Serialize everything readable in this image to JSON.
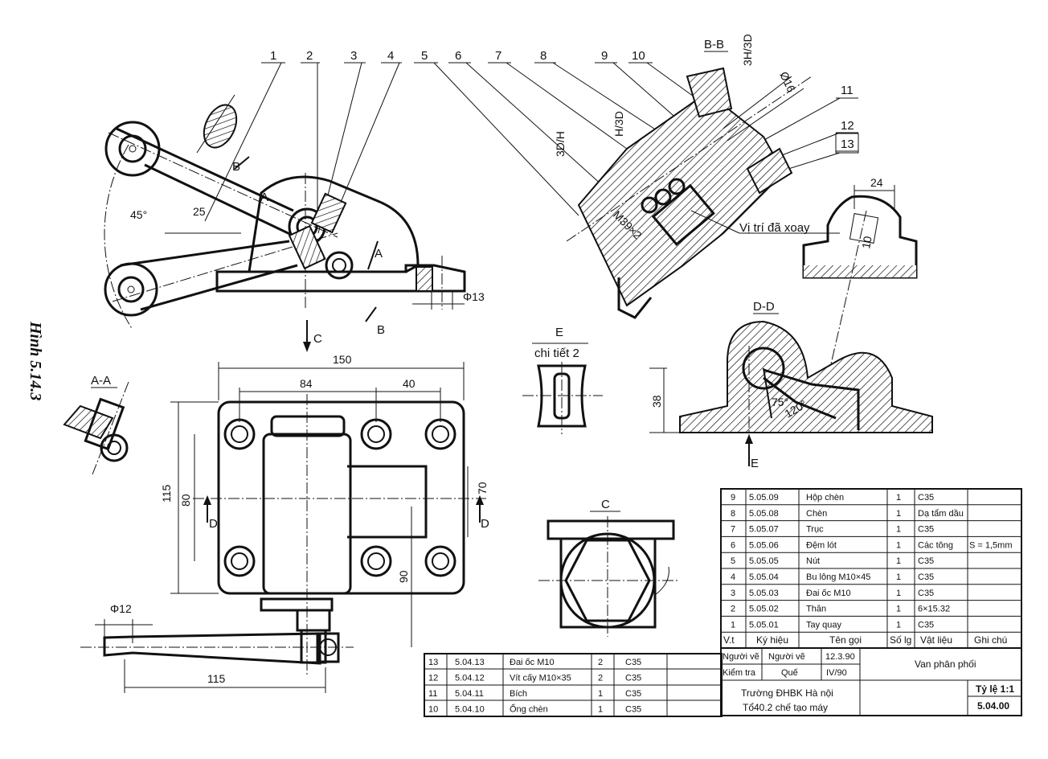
{
  "figure_caption": "Hình 5.14.3",
  "part_numbers": [
    "1",
    "2",
    "3",
    "4",
    "5",
    "6",
    "7",
    "8",
    "9",
    "10",
    "11",
    "12",
    "13"
  ],
  "views": {
    "section_bb": "B-B",
    "section_aa": "A-A",
    "section_dd": "D-D",
    "view_c": "C",
    "view_e": "E",
    "view_e_sub": "chi tiết 2",
    "arrow_c": "C",
    "arrow_b": "B",
    "arrow_a": "A",
    "arrow_d": "D",
    "arrow_e": "E"
  },
  "annotations": {
    "rotated_position": "Vị trí đã xoay",
    "thread": "M39×2",
    "fit_1": "3H/3D",
    "fit_2": "H/3D",
    "fit_3": "3D/H"
  },
  "dimensions": {
    "angle_45": "45°",
    "d25": "25",
    "phi13": "Φ13",
    "d150": "150",
    "d84": "84",
    "d40": "40",
    "d115_v": "115",
    "d80": "80",
    "d70": "70",
    "d90": "90",
    "phi12": "Φ12",
    "d115_h": "115",
    "phi16": "Ø16",
    "d24": "24",
    "d10": "10",
    "d38": "38",
    "angle_75": "75°",
    "angle_120": "120°"
  },
  "parts_table_upper": {
    "rows": [
      {
        "vt": "9",
        "kyhieu": "5.05.09",
        "tengoi": "Hộp chèn",
        "solg": "1",
        "vatlieu": "C35",
        "ghichu": ""
      },
      {
        "vt": "8",
        "kyhieu": "5.05.08",
        "tengoi": "Chèn",
        "solg": "1",
        "vatlieu": "Dạ tẩm dầu",
        "ghichu": ""
      },
      {
        "vt": "7",
        "kyhieu": "5.05.07",
        "tengoi": "Trục",
        "solg": "1",
        "vatlieu": "C35",
        "ghichu": ""
      },
      {
        "vt": "6",
        "kyhieu": "5.05.06",
        "tengoi": "Đệm lót",
        "solg": "1",
        "vatlieu": "Các tông",
        "ghichu": "S = 1,5mm"
      },
      {
        "vt": "5",
        "kyhieu": "5.05.05",
        "tengoi": "Nút",
        "solg": "1",
        "vatlieu": "C35",
        "ghichu": ""
      },
      {
        "vt": "4",
        "kyhieu": "5.05.04",
        "tengoi": "Bu lông M10×45",
        "solg": "1",
        "vatlieu": "C35",
        "ghichu": ""
      },
      {
        "vt": "3",
        "kyhieu": "5.05.03",
        "tengoi": "Đai ốc M10",
        "solg": "1",
        "vatlieu": "C35",
        "ghichu": ""
      },
      {
        "vt": "2",
        "kyhieu": "5.05.02",
        "tengoi": "Thân",
        "solg": "1",
        "vatlieu": "6×15.32",
        "ghichu": ""
      },
      {
        "vt": "1",
        "kyhieu": "5.05.01",
        "tengoi": "Tay quay",
        "solg": "1",
        "vatlieu": "C35",
        "ghichu": ""
      }
    ],
    "headers": {
      "vt": "V.t",
      "kyhieu": "Ký hiệu",
      "tengoi": "Tên gọi",
      "solg": "Số lg",
      "vatlieu": "Vật liệu",
      "ghichu": "Ghi chú"
    }
  },
  "parts_table_lower": {
    "rows": [
      {
        "vt": "13",
        "kyhieu": "5.04.13",
        "tengoi": "Đai ốc M10",
        "solg": "2",
        "vatlieu": "C35"
      },
      {
        "vt": "12",
        "kyhieu": "5.04.12",
        "tengoi": "Vít cấy M10×35",
        "solg": "2",
        "vatlieu": "C35"
      },
      {
        "vt": "11",
        "kyhieu": "5.04.11",
        "tengoi": "Bích",
        "solg": "1",
        "vatlieu": "C35"
      },
      {
        "vt": "10",
        "kyhieu": "5.04.10",
        "tengoi": "Ống chèn",
        "solg": "1",
        "vatlieu": "C35"
      }
    ]
  },
  "title_block": {
    "drawn_label": "Người vẽ",
    "drawn_name": "Người vẽ",
    "drawn_date": "12.3.90",
    "checked_label": "Kiểm tra",
    "checked_name": "Quế",
    "checked_date": "IV/90",
    "title": "Van phân phối",
    "school_1": "Trường ĐHBK Hà nội",
    "school_2": "Tổ40.2 chế tạo máy",
    "scale": "Tỷ lệ 1:1",
    "drawing_no": "5.04.00"
  }
}
